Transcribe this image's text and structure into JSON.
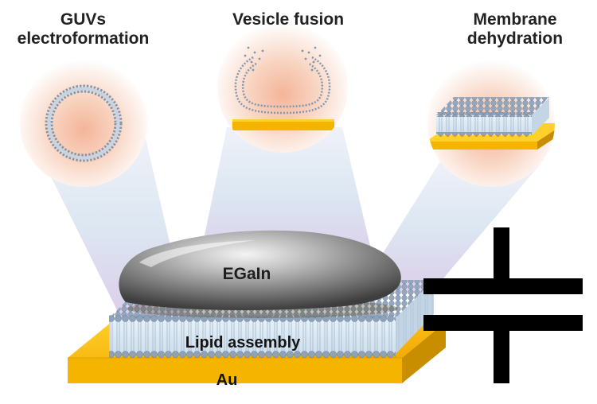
{
  "labels": {
    "guv_line1": "GUVs",
    "guv_line2": "electroformation",
    "fusion": "Vesicle fusion",
    "dehyd_line1": "Membrane",
    "dehyd_line2": "dehydration",
    "egain": "EGaIn",
    "lipid": "Lipid assembly",
    "au": "Au"
  },
  "colors": {
    "gold": "#f5b400",
    "gold_dark": "#c98d00",
    "lipid_head": "#8a9fb8",
    "lipid_tail": "#d8e6f2",
    "egain": "#8a8a8a",
    "capacitor": "#000000",
    "bubble_glow": "#f6c2a6",
    "projection": "#dcd6ec"
  }
}
